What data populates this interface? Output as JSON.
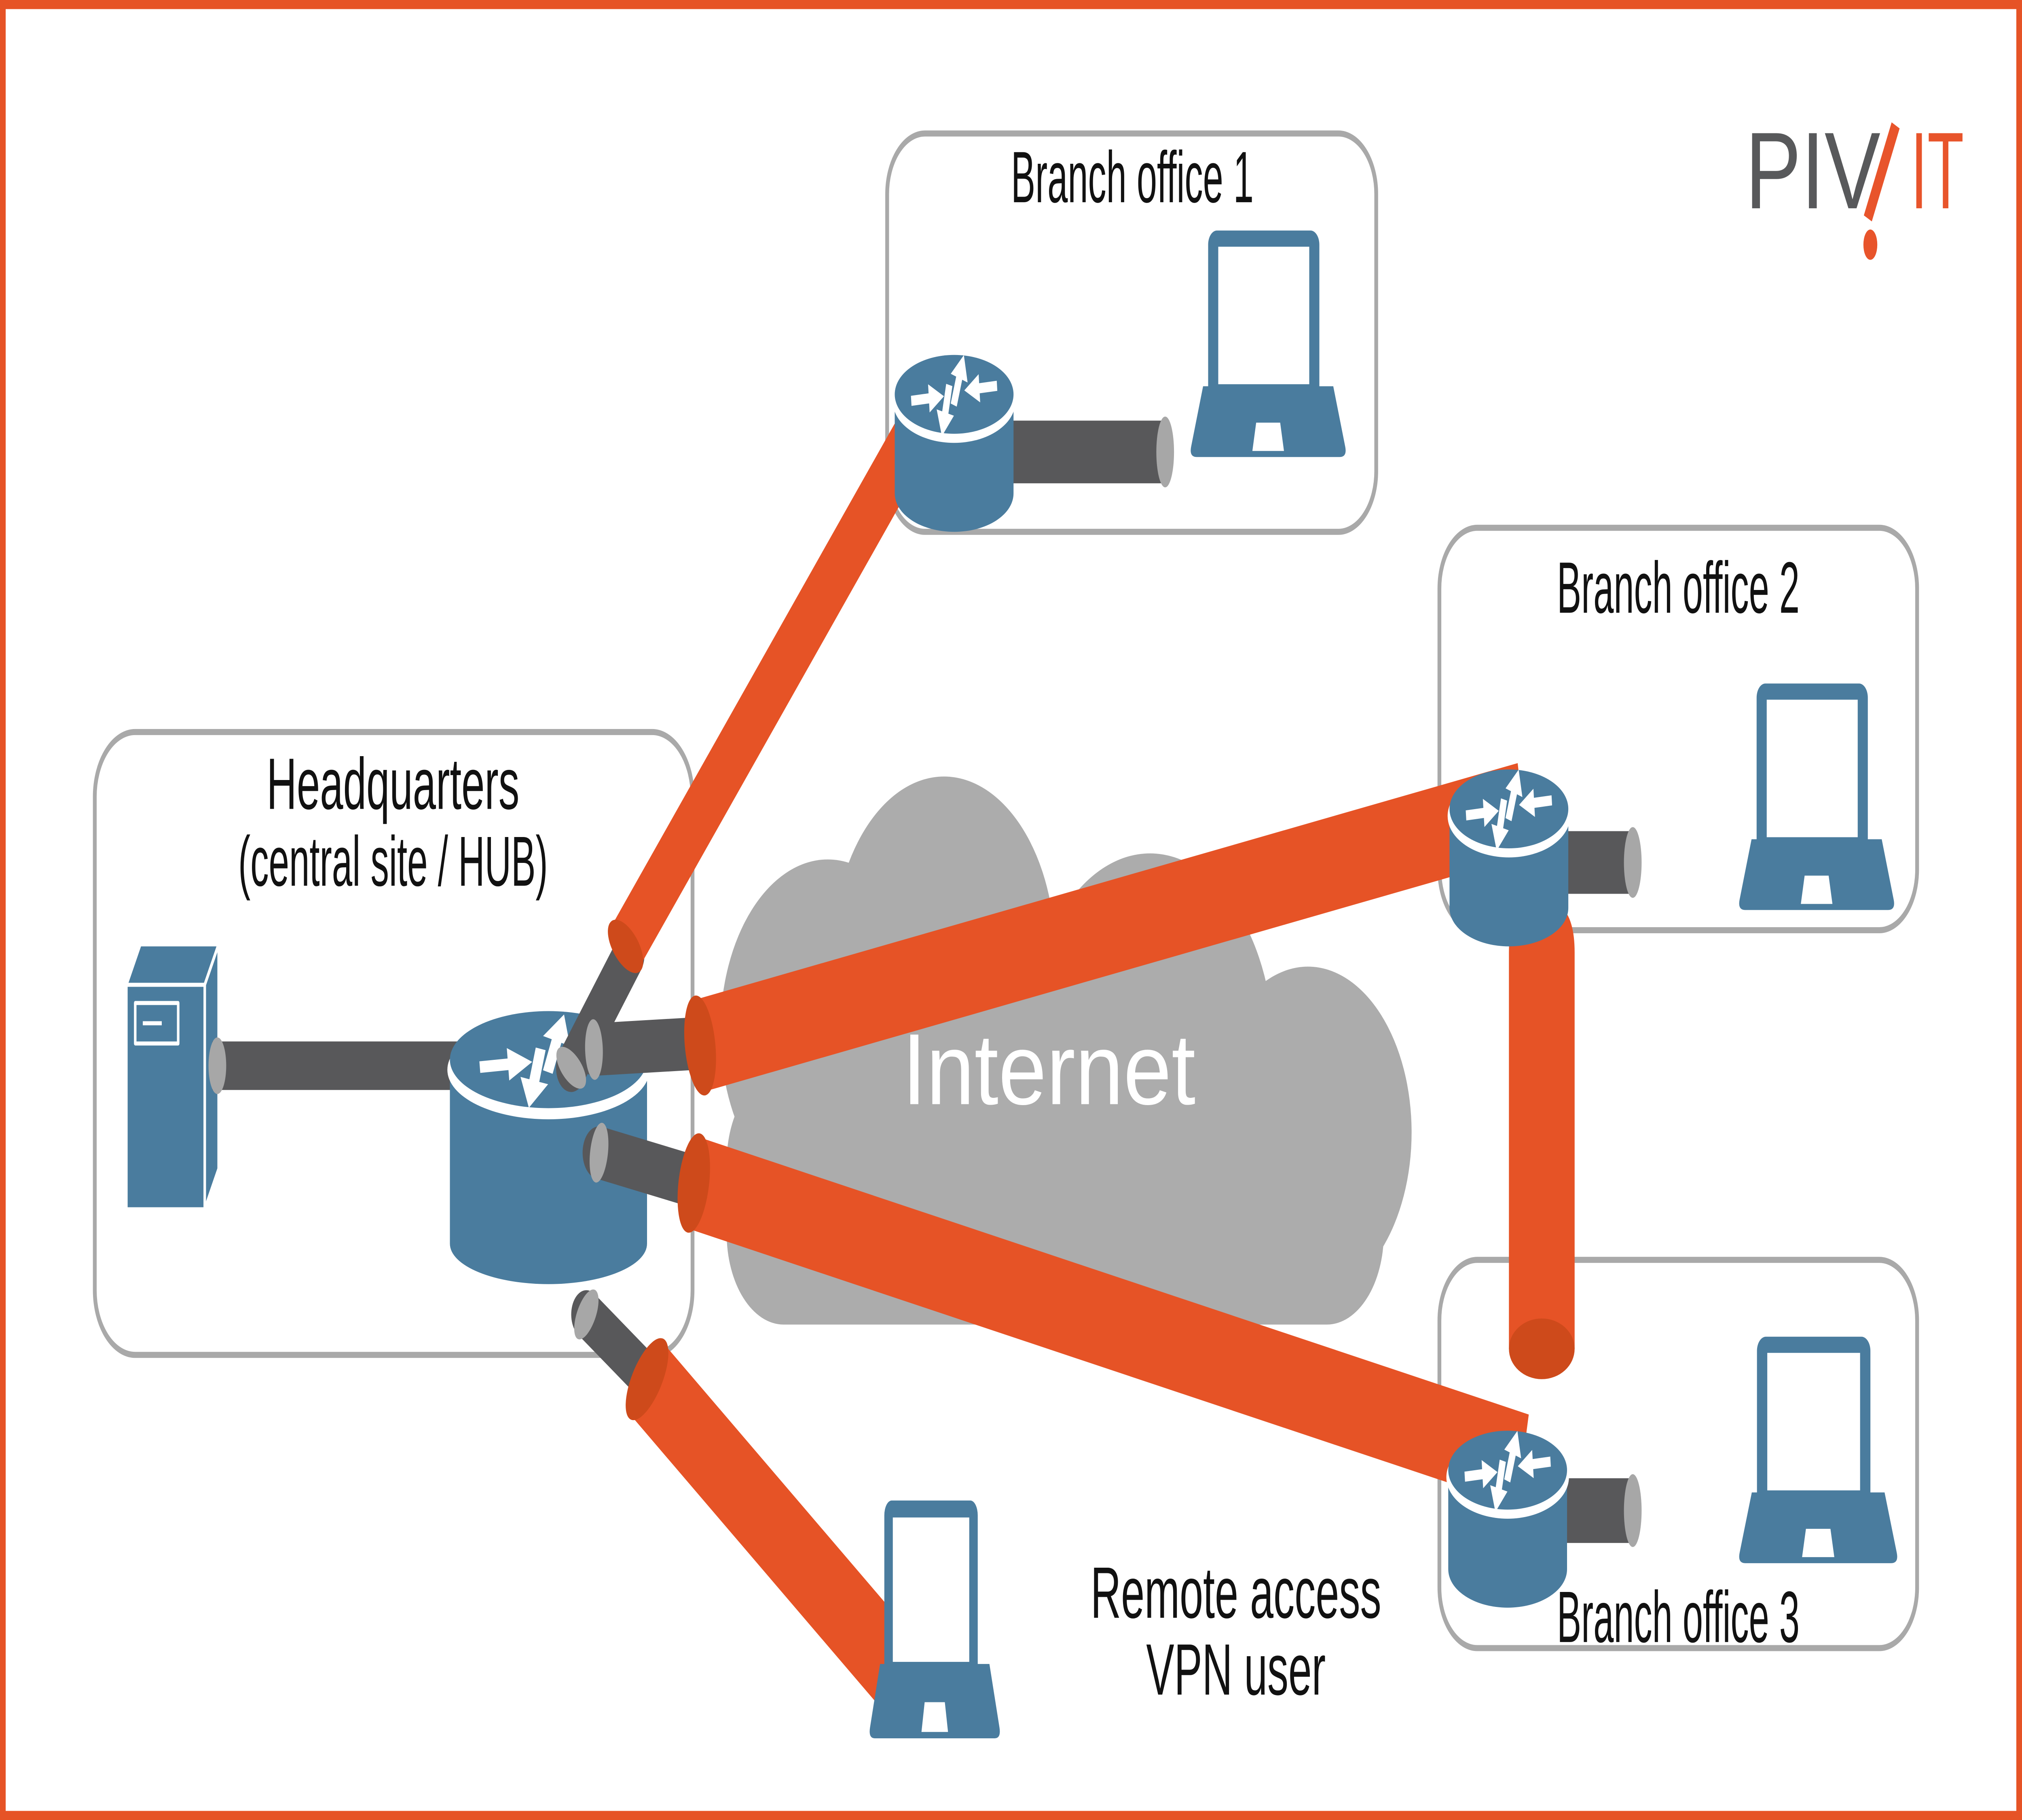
{
  "logo": {
    "gray_part": "PIV",
    "orange_part": "IT"
  },
  "headquarters": {
    "title": "Headquarters",
    "subtitle": "(central site / HUB)"
  },
  "branch_offices": [
    {
      "label": "Branch office 1"
    },
    {
      "label": "Branch office 2"
    },
    {
      "label": "Branch office 3"
    }
  ],
  "internet": {
    "label": "Internet"
  },
  "remote_user": {
    "label_line1": "Remote access",
    "label_line2": "VPN user"
  },
  "icons": {
    "router": "cylinder-with-four-arrows",
    "server": "3d-tower-server",
    "laptop": "open-laptop",
    "cloud": "internet-cloud",
    "cable": "thick-orange-vpn-tunnel",
    "connector": "dark-gray-cylinder-stub"
  },
  "colors": {
    "frame_orange": "#E65326",
    "cable_orange": "#E65326",
    "cable_cap_orange": "#CE4A1B",
    "device_blue": "#4A7C9E",
    "box_border_gray": "#A9A9A9",
    "cloud_gray": "#ACACAC",
    "connector_dark_gray": "#58585A",
    "connector_cap_gray": "#A7A7A7",
    "logo_gray": "#58595B",
    "logo_orange": "#E8542B",
    "text_black": "#111111",
    "background_white": "#FFFFFF"
  }
}
